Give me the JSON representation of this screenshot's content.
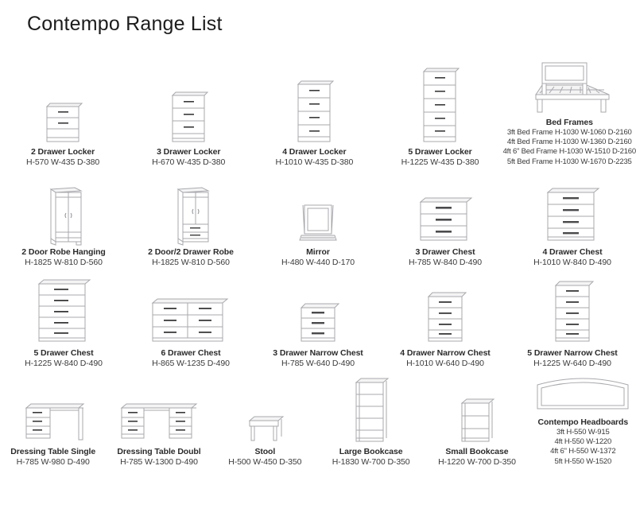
{
  "document": {
    "title": "Contempo Range List"
  },
  "rows": [
    {
      "id": "row-lockers",
      "items": [
        {
          "name": "2 Drawer Locker",
          "dims": "H-570 W-435 D-380",
          "icon": "drawer-unit-2",
          "drawers": 2
        },
        {
          "name": "3 Drawer Locker",
          "dims": "H-670 W-435 D-380",
          "icon": "drawer-unit-3",
          "drawers": 3
        },
        {
          "name": "4 Drawer Locker",
          "dims": "H-1010 W-435 D-380",
          "icon": "drawer-unit-4",
          "drawers": 4
        },
        {
          "name": "5 Drawer Locker",
          "dims": "H-1225 W-435 D-380",
          "icon": "drawer-unit-5",
          "drawers": 5
        },
        {
          "name": "Bed Frames",
          "icon": "bed-frame",
          "variants": [
            "3ft Bed Frame H-1030 W-1060 D-2160",
            "4ft Bed Frame H-1030 W-1360 D-2160",
            "4ft 6\" Bed Frame H-1030 W-1510 D-2160",
            "5ft Bed Frame H-1030 W-1670 D-2235"
          ]
        }
      ]
    },
    {
      "id": "row-robes-chests",
      "items": [
        {
          "name": "2 Door Robe Hanging",
          "dims": "H-1825 W-810 D-560",
          "icon": "wardrobe-2-door"
        },
        {
          "name": "2 Door/2 Drawer Robe",
          "dims": "H-1825 W-810 D-560",
          "icon": "wardrobe-2-door-2-drawer"
        },
        {
          "name": "Mirror",
          "dims": "H-480 W-440 D-170",
          "icon": "mirror"
        },
        {
          "name": "3 Drawer Chest",
          "dims": "H-785 W-840 D-490",
          "icon": "chest-3",
          "drawers": 3
        },
        {
          "name": "4 Drawer Chest",
          "dims": "H-1010 W-840 D-490",
          "icon": "chest-4",
          "drawers": 4
        }
      ]
    },
    {
      "id": "row-chests-narrow",
      "items": [
        {
          "name": "5 Drawer Chest",
          "dims": "H-1225 W-840 D-490",
          "icon": "chest-5",
          "drawers": 5
        },
        {
          "name": "6 Drawer Chest",
          "dims": "H-865 W-1235 D-490",
          "icon": "chest-6-wide",
          "drawers": 6
        },
        {
          "name": "3 Drawer Narrow Chest",
          "dims": "H-785 W-640 D-490",
          "icon": "narrow-chest-3",
          "drawers": 3
        },
        {
          "name": "4 Drawer Narrow Chest",
          "dims": "H-1010 W-640 D-490",
          "icon": "narrow-chest-4",
          "drawers": 4
        },
        {
          "name": "5 Drawer Narrow Chest",
          "dims": "H-1225 W-640 D-490",
          "icon": "narrow-chest-5",
          "drawers": 5
        }
      ]
    },
    {
      "id": "row-tables-bookcases",
      "items": [
        {
          "name": "Dressing Table Single",
          "dims": "H-785 W-980 D-490",
          "icon": "dressing-table-single"
        },
        {
          "name": "Dressing Table Doubl",
          "dims": "H-785 W-1300 D-490",
          "icon": "dressing-table-double"
        },
        {
          "name": "Stool",
          "dims": "H-500 W-450 D-350",
          "icon": "stool"
        },
        {
          "name": "Large Bookcase",
          "dims": "H-1830 W-700 D-350",
          "icon": "bookcase-large"
        },
        {
          "name": "Small Bookcase",
          "dims": "H-1220 W-700 D-350",
          "icon": "bookcase-small"
        },
        {
          "name": "Contempo Headboards",
          "icon": "headboard",
          "variants": [
            "3ft H-550 W-915",
            "4ft H-550 W-1220",
            "4ft 6\" H-550 W-1372",
            "5ft H-550 W-1520"
          ]
        }
      ]
    }
  ],
  "colors": {
    "line": "#a8a9ad",
    "handle": "#3a3a3a",
    "text": "#2b2b2b",
    "background": "#ffffff"
  }
}
